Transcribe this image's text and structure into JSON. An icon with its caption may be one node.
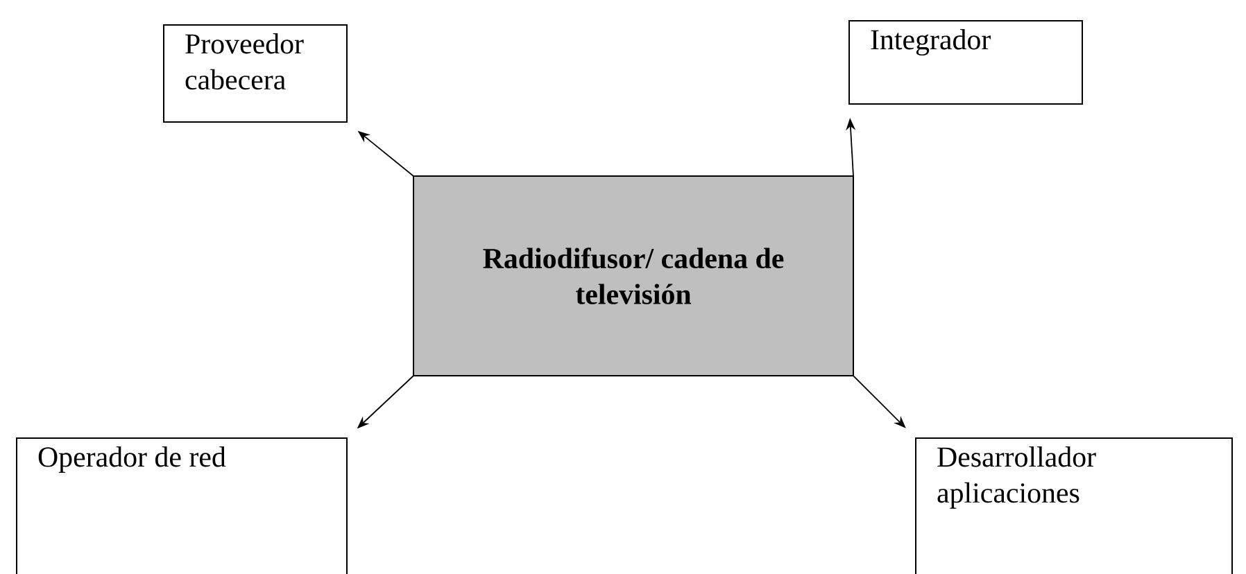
{
  "diagram": {
    "nodes": [
      {
        "text": [
          "Proveedor cabecera"
        ]
      },
      {
        "text": [
          "Integrador"
        ]
      },
      {
        "text": [
          "Radiodifusor/ cadena de televisión"
        ]
      },
      {
        "text": [
          "Operador de red"
        ]
      },
      {
        "text": [
          "Desarrollador aplicaciones"
        ]
      }
    ],
    "edges": [
      {
        "from": 2,
        "to": 0,
        "arrow": "to"
      },
      {
        "from": 2,
        "to": 1,
        "arrow": "to"
      },
      {
        "from": 2,
        "to": 3,
        "arrow": "to"
      },
      {
        "from": 2,
        "to": 4,
        "arrow": "to"
      }
    ]
  }
}
